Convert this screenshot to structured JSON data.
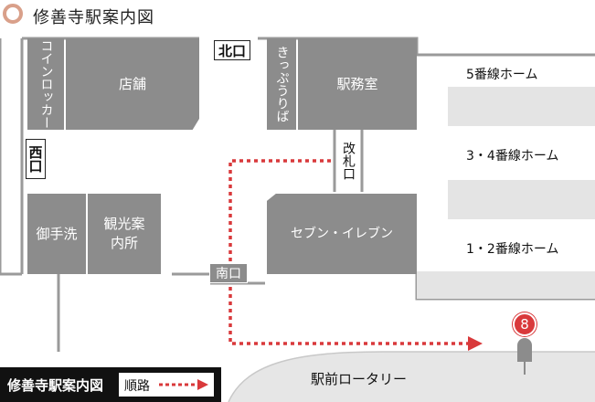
{
  "title": "修善寺駅案内図",
  "shops": {
    "coin_locker": "コインロッカー",
    "store": "店舗",
    "kippu": "きっぷうりば",
    "station_office": "駅務室",
    "restroom": "御手洗",
    "tourist_info": "観光案内所",
    "seven_eleven": "セブン・イレブン"
  },
  "exits": {
    "north": "北口",
    "west": "西口",
    "south": "南口",
    "ticket_gate": "改札口"
  },
  "platforms": {
    "p5": "5番線ホーム",
    "p34": "3・4番線ホーム",
    "p12": "1・2番線ホーム"
  },
  "rotary": "駅前ロータリー",
  "marker_number": "8",
  "legend": {
    "title": "修善寺駅案内図",
    "route_label": "順路"
  },
  "colors": {
    "building": "#8c8c8c",
    "platform": "#e4e4e4",
    "wall": "#9a9a9a",
    "route": "#d9393b",
    "marker": "#d9393b",
    "title_ring": "#d9a08a",
    "rotary": "#e6e6e6"
  }
}
